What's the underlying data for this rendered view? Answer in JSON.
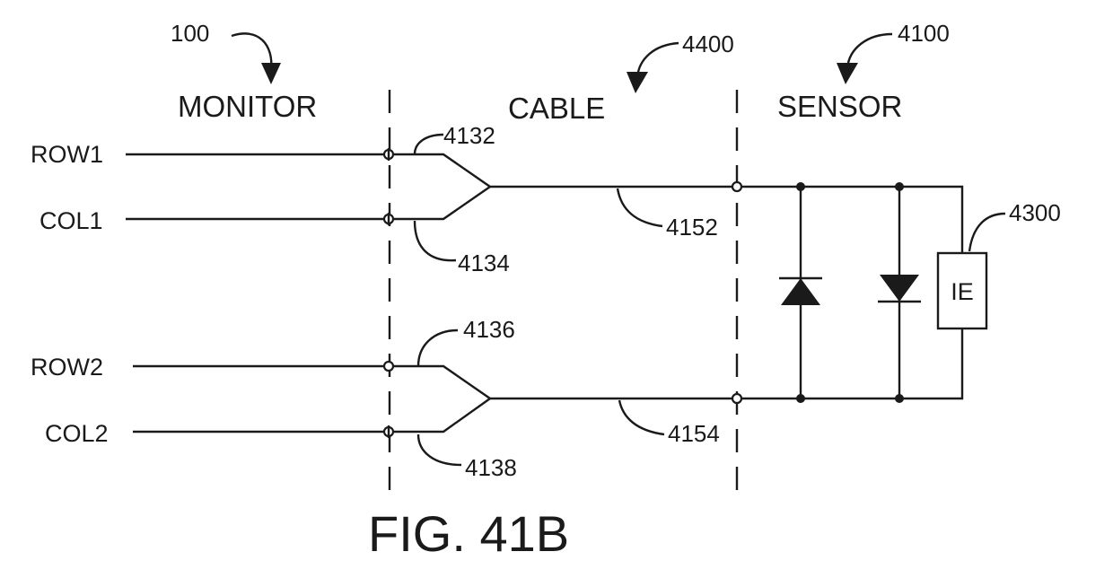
{
  "references": {
    "monitor_ref": "100",
    "cable_ref": "4400",
    "sensor_ref": "4100",
    "element_ref": "4300"
  },
  "sections": {
    "monitor": "MONITOR",
    "cable": "CABLE",
    "sensor": "SENSOR"
  },
  "signals": {
    "row1": "ROW1",
    "col1": "COL1",
    "row2": "ROW2",
    "col2": "COL2"
  },
  "connector_refs": {
    "c4132": "4132",
    "c4134": "4134",
    "c4136": "4136",
    "c4138": "4138",
    "w4152": "4152",
    "w4154": "4154"
  },
  "components": {
    "ie_label": "IE"
  },
  "caption": "FIG. 41B"
}
